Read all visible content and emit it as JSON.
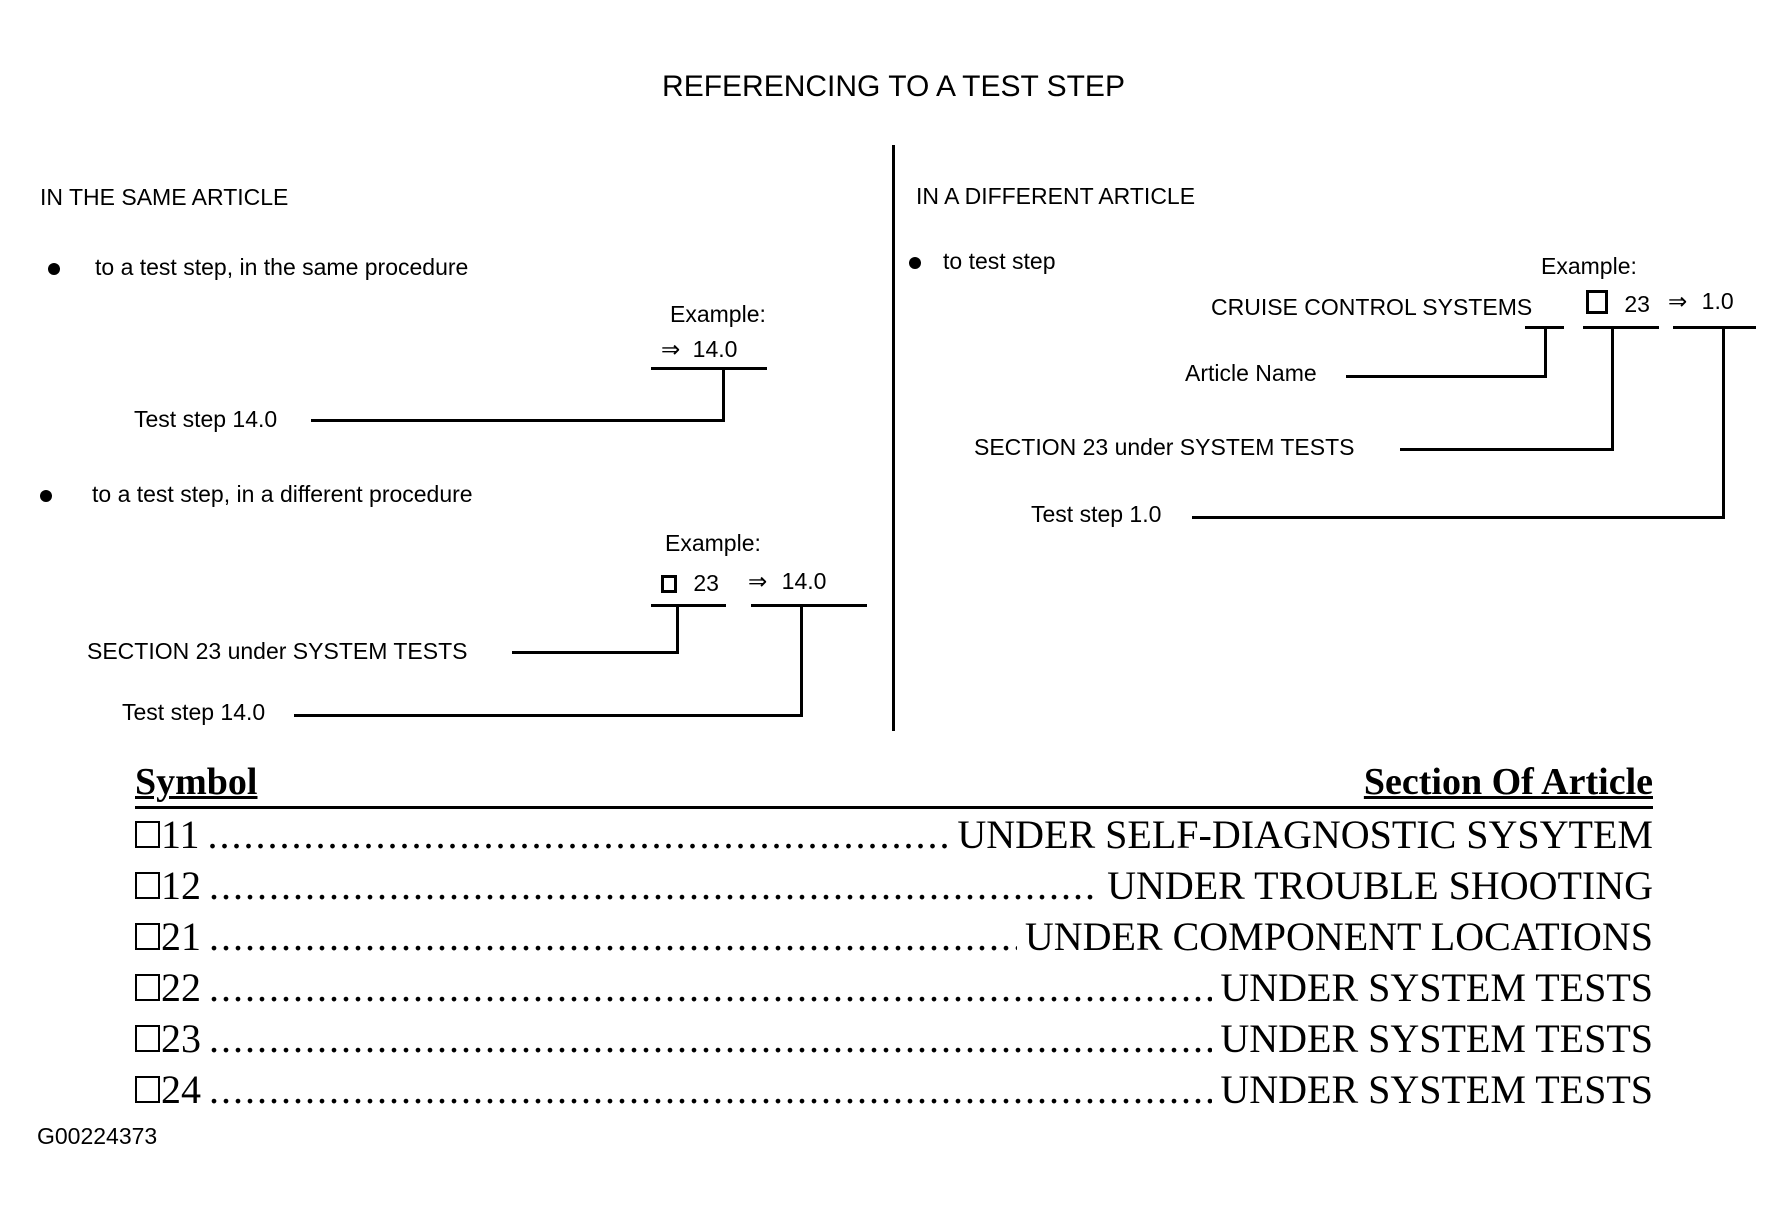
{
  "title": "REFERENCING TO A TEST STEP",
  "left": {
    "heading": "IN THE SAME ARTICLE",
    "case1": {
      "bullet": "to a test step, in the same procedure",
      "example_label": "Example:",
      "arrow": "⇒",
      "step": "14.0",
      "callout": "Test step 14.0"
    },
    "case2": {
      "bullet": "to a test step, in a different procedure",
      "example_label": "Example:",
      "section": "23",
      "arrow": "⇒",
      "step": "14.0",
      "callout_section": "SECTION 23 under SYSTEM TESTS",
      "callout_step": "Test step 14.0"
    }
  },
  "right": {
    "heading": "IN A DIFFERENT ARTICLE",
    "bullet": "to test step",
    "example_label": "Example:",
    "article": "CRUISE CONTROL SYSTEMS",
    "section": "23",
    "arrow": "⇒",
    "step": "1.0",
    "callout_article": "Article Name",
    "callout_section": "SECTION 23 under SYSTEM TESTS",
    "callout_step": "Test step 1.0"
  },
  "legend": {
    "header_symbol": "Symbol",
    "header_section": "Section Of Article",
    "rows": [
      {
        "symbol": "11",
        "section": "UNDER SELF-DIAGNOSTIC SYSYTEM"
      },
      {
        "symbol": "12",
        "section": "UNDER TROUBLE SHOOTING"
      },
      {
        "symbol": "21",
        "section": "UNDER COMPONENT LOCATIONS"
      },
      {
        "symbol": "22",
        "section": "UNDER SYSTEM TESTS"
      },
      {
        "symbol": "23",
        "section": "UNDER SYSTEM TESTS"
      },
      {
        "symbol": "24",
        "section": "UNDER SYSTEM TESTS"
      }
    ]
  },
  "figure_id": "G00224373"
}
